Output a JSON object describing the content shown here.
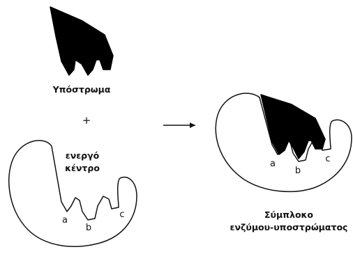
{
  "labels": {
    "substrate": "Υπόστρωμα",
    "plus": "+",
    "active_site_line1": "ενεργό",
    "active_site_line2": "κέντρο",
    "complex_line1": "Σύμπλοκο",
    "complex_line2": "ενζύμου-υποστρώματος"
  },
  "binding_sites": {
    "enzyme": [
      "a",
      "b",
      "c"
    ],
    "complex": [
      "a",
      "b",
      "c"
    ]
  },
  "colors": {
    "stroke": "#111111",
    "substrate_fill": "#000000",
    "enzyme_fill": "#ffffff"
  }
}
